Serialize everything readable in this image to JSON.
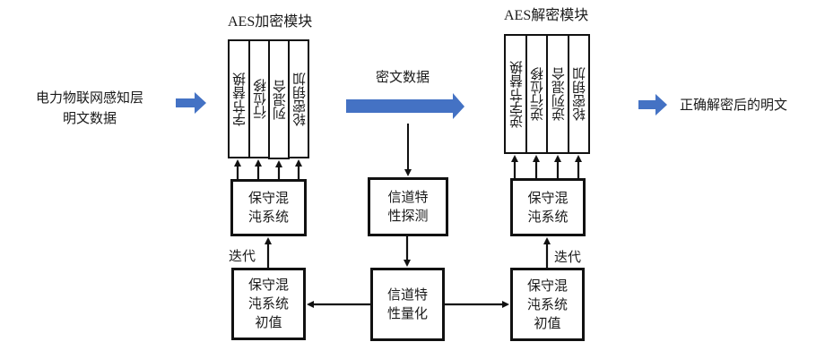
{
  "input_label": [
    "电力物联网感知层",
    "明文数据"
  ],
  "encrypt_module": {
    "title": "AES加密模块",
    "steps": [
      "字节替换",
      "行位移",
      "列混合",
      "轮密钥加"
    ]
  },
  "cipher_label": "密文数据",
  "decrypt_module": {
    "title": "AES解密模块",
    "steps": [
      "逆字节替换",
      "逆行位移",
      "逆列混合",
      "轮密钥加"
    ]
  },
  "output_label": "正确解密后的明文",
  "left_chaos": {
    "lines": [
      "保守混",
      "沌系统"
    ]
  },
  "left_iter_label": "迭代",
  "left_init": {
    "lines": [
      "保守混",
      "沌系统",
      "初值"
    ]
  },
  "channel_detect": {
    "lines": [
      "信道特",
      "性探测"
    ]
  },
  "channel_quant": {
    "lines": [
      "信道特",
      "性量化"
    ]
  },
  "right_chaos": {
    "lines": [
      "保守混",
      "沌系统"
    ]
  },
  "right_iter_label": "迭代",
  "right_init": {
    "lines": [
      "保守混",
      "沌系统",
      "初值"
    ]
  },
  "colors": {
    "block_arrow": "#4472c4",
    "line": "#111111"
  }
}
